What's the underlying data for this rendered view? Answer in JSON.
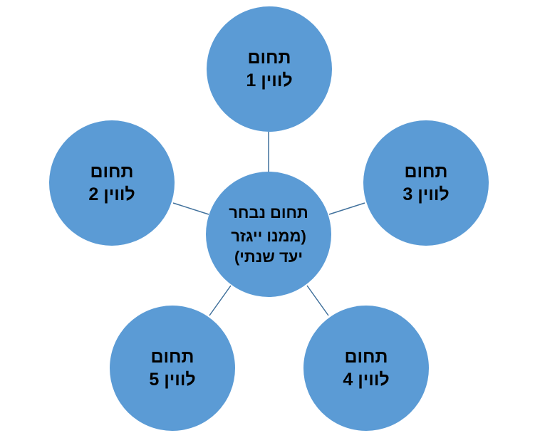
{
  "colors": {
    "node_fill": "#5b9bd5",
    "connector": "#41719c"
  },
  "center": {
    "line1": "תחום נבחר",
    "line2": "(ממנו ייגזר",
    "line3": "יעד שנתי)"
  },
  "nodes": [
    {
      "line1": "תחום",
      "line2": "לווין 1"
    },
    {
      "line1": "תחום",
      "line2": "לווין 2"
    },
    {
      "line1": "תחום",
      "line2": "לווין 3"
    },
    {
      "line1": "תחום",
      "line2": "לווין 4"
    },
    {
      "line1": "תחום",
      "line2": "לווין 5"
    }
  ]
}
